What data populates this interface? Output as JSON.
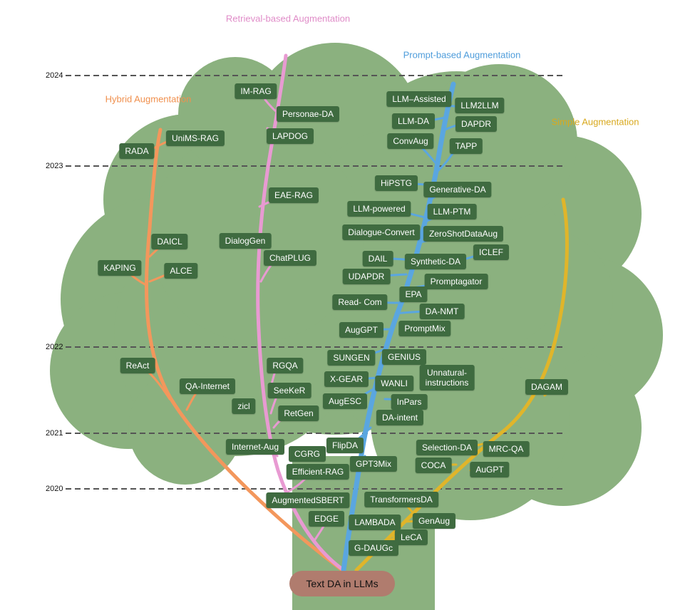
{
  "root_label": "Text DA in LLMs",
  "years": [
    "2024",
    "2023",
    "2022",
    "2021",
    "2020"
  ],
  "categories": {
    "retrieval": {
      "label": "Retrieval-based Augmentation",
      "color": "#e89ad2"
    },
    "prompt": {
      "label": "Prompt-based Augmentation",
      "color": "#5aa6e0"
    },
    "hybrid": {
      "label": "Hybrid Augmentation",
      "color": "#f3975c"
    },
    "simple": {
      "label": "Simple Augmentation",
      "color": "#e0b52a"
    }
  },
  "colors": {
    "tree": "#8bb17f",
    "node": "#3f6b40",
    "root": "#b07c6e",
    "dash": "#555555"
  },
  "nodes": {
    "hybrid": [
      "UniMS-RAG",
      "RADA",
      "DAICL",
      "KAPING",
      "ALCE",
      "ReAct",
      "QA-Internet"
    ],
    "retrieval": [
      "IM-RAG",
      "Personae-DA",
      "LAPDOG",
      "EAE-RAG",
      "DialogGen",
      "ChatPLUG",
      "RGQA",
      "SeeKeR",
      "zicl",
      "RetGen",
      "Internet-Aug",
      "CGRG",
      "Efficient-RAG",
      "AugmentedSBERT",
      "EDGE"
    ],
    "prompt": [
      "LLM–Assisted",
      "LLM2LLM",
      "LLM-DA",
      "DAPDR",
      "ConvAug",
      "TAPP",
      "HiPSTG",
      "Generative-DA",
      "LLM-powered",
      "LLM-PTM",
      "Dialogue-Convert",
      "ZeroShotDataAug",
      "DAIL",
      "Synthetic-DA",
      "ICLEF",
      "UDAPDR",
      "Promptagator",
      "Read- Com",
      "EPA",
      "DA-NMT",
      "AugGPT",
      "PromptMix",
      "SUNGEN",
      "GENIUS",
      "X-GEAR",
      "WANLI",
      "Unnatural-\ninstructions",
      "AugESC",
      "InPars",
      "DA-intent",
      "FlipDA",
      "GPT3Mix"
    ],
    "simple": [
      "DAGAM",
      "Selection-DA",
      "MRC-QA",
      "COCA",
      "AuGPT",
      "TransformersDA",
      "LAMBADA",
      "GenAug",
      "LeCA",
      "G-DAUGc"
    ]
  }
}
